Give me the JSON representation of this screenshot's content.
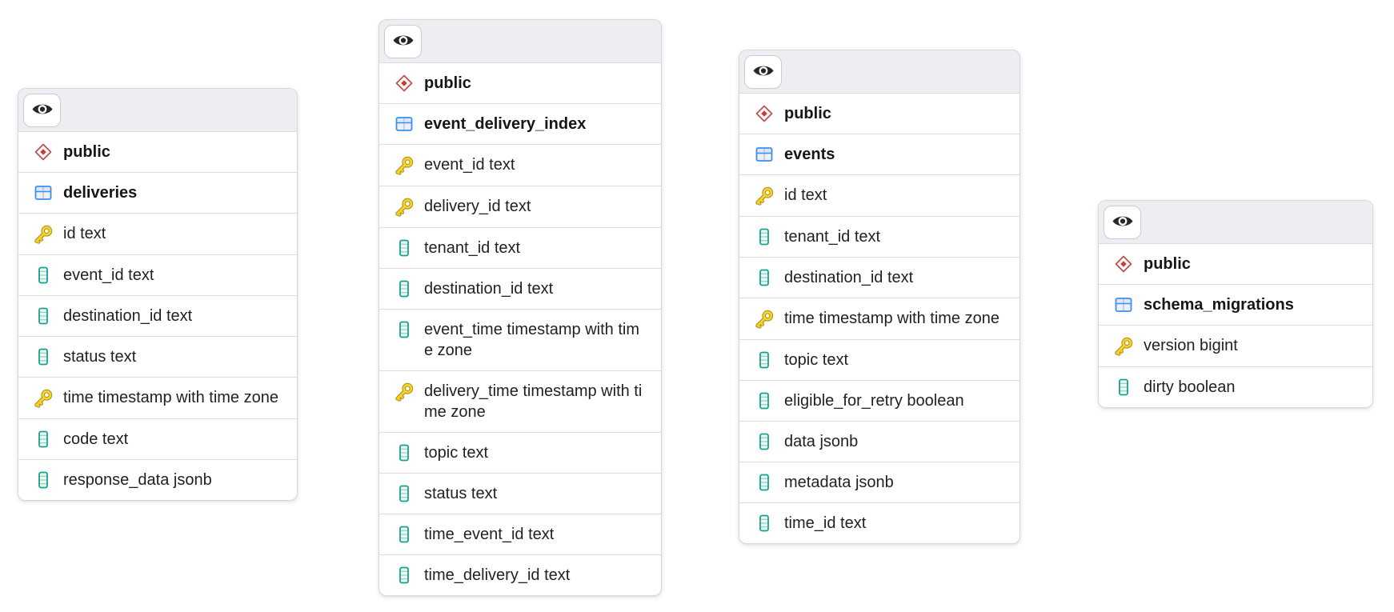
{
  "colors": {
    "canvas_background": "#ffffff",
    "card_border": "#d5d8dd",
    "header_background": "#eceef2",
    "row_divider": "#dadde2",
    "text": "#1e2023",
    "eye_black": "#26272b",
    "eye_button_border": "#c7ccd4",
    "key_gold": "#f5d327",
    "key_outline": "#a8891b",
    "column_teal": "#18a28c",
    "column_fill": "#eef8f4",
    "table_blue": "#3c8df2",
    "table_fill": "#edf1f6",
    "table_header_fill": "#dce8f8",
    "schema_red_stroke": "#b4524e",
    "schema_red_fill": "#c2403c",
    "schema_light_fill": "#fdf7f6"
  },
  "tables": [
    {
      "schema_label": "public",
      "name": "deliveries",
      "columns": [
        {
          "label": "id text",
          "icon": "primary-key"
        },
        {
          "label": "event_id text",
          "icon": "column"
        },
        {
          "label": "destination_id text",
          "icon": "column"
        },
        {
          "label": "status text",
          "icon": "column"
        },
        {
          "label": "time timestamp with time zone",
          "icon": "primary-key"
        },
        {
          "label": "code text",
          "icon": "column"
        },
        {
          "label": "response_data jsonb",
          "icon": "column"
        }
      ]
    },
    {
      "schema_label": "public",
      "name": "event_delivery_index",
      "columns": [
        {
          "label": "event_id text",
          "icon": "primary-key"
        },
        {
          "label": "delivery_id text",
          "icon": "primary-key"
        },
        {
          "label": "tenant_id text",
          "icon": "column"
        },
        {
          "label": "destination_id text",
          "icon": "column"
        },
        {
          "label": "event_time timestamp with time zone",
          "icon": "column"
        },
        {
          "label": "delivery_time timestamp with time zone",
          "icon": "primary-key"
        },
        {
          "label": "topic text",
          "icon": "column"
        },
        {
          "label": "status text",
          "icon": "column"
        },
        {
          "label": "time_event_id text",
          "icon": "column"
        },
        {
          "label": "time_delivery_id text",
          "icon": "column"
        }
      ]
    },
    {
      "schema_label": "public",
      "name": "events",
      "columns": [
        {
          "label": "id text",
          "icon": "primary-key"
        },
        {
          "label": "tenant_id text",
          "icon": "column"
        },
        {
          "label": "destination_id text",
          "icon": "column"
        },
        {
          "label": "time timestamp with time zone",
          "icon": "primary-key"
        },
        {
          "label": "topic text",
          "icon": "column"
        },
        {
          "label": "eligible_for_retry boolean",
          "icon": "column"
        },
        {
          "label": "data jsonb",
          "icon": "column"
        },
        {
          "label": "metadata jsonb",
          "icon": "column"
        },
        {
          "label": "time_id text",
          "icon": "column"
        }
      ]
    },
    {
      "schema_label": "public",
      "name": "schema_migrations",
      "columns": [
        {
          "label": "version bigint",
          "icon": "primary-key"
        },
        {
          "label": "dirty boolean",
          "icon": "column"
        }
      ]
    }
  ]
}
